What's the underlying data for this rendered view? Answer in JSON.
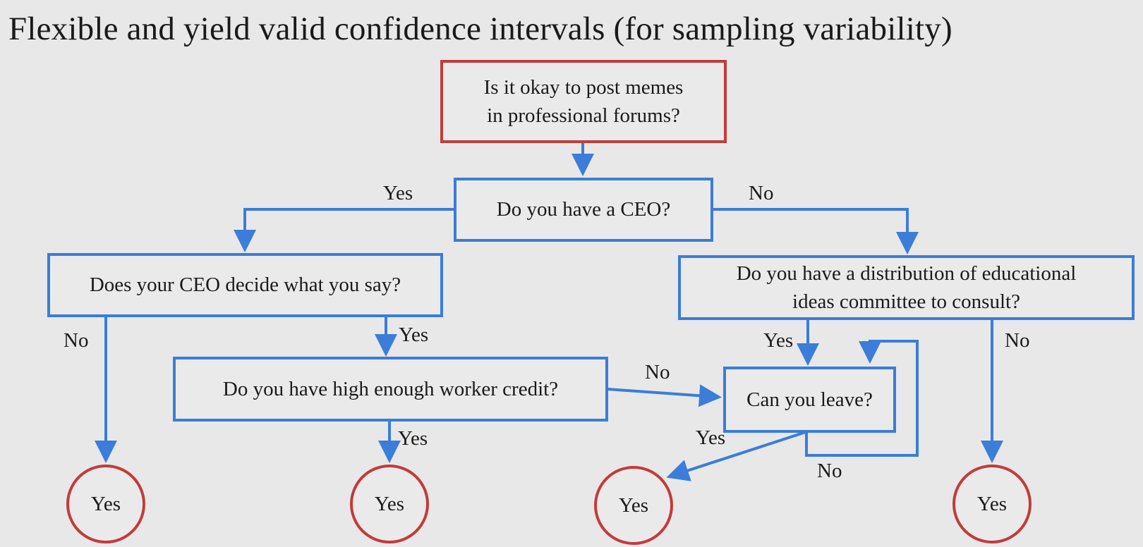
{
  "title": "Flexible and yield valid confidence intervals (for sampling variability)",
  "colors": {
    "decision_border": "#3b7dd8",
    "terminal_border": "#c23b3b",
    "background": "#e8e8e8"
  },
  "nodes": {
    "start": {
      "line1": "Is it okay to post memes",
      "line2": "in professional forums?"
    },
    "ceo": {
      "text": "Do you have a CEO?"
    },
    "ceo_decides": {
      "text": "Does your CEO decide what you say?"
    },
    "committee": {
      "line1": "Do you have a distribution of educational",
      "line2": "ideas committee to consult?"
    },
    "worker_credit": {
      "text": "Do you have high enough worker credit?"
    },
    "can_leave": {
      "text": "Can you leave?"
    }
  },
  "terminals": [
    "Yes",
    "Yes",
    "Yes",
    "Yes"
  ],
  "edge_labels": {
    "ceo_yes": "Yes",
    "ceo_no": "No",
    "decides_no": "No",
    "decides_yes": "Yes",
    "committee_yes": "Yes",
    "committee_no": "No",
    "credit_no": "No",
    "credit_yes": "Yes",
    "leave_yes": "Yes",
    "leave_no": "No"
  }
}
